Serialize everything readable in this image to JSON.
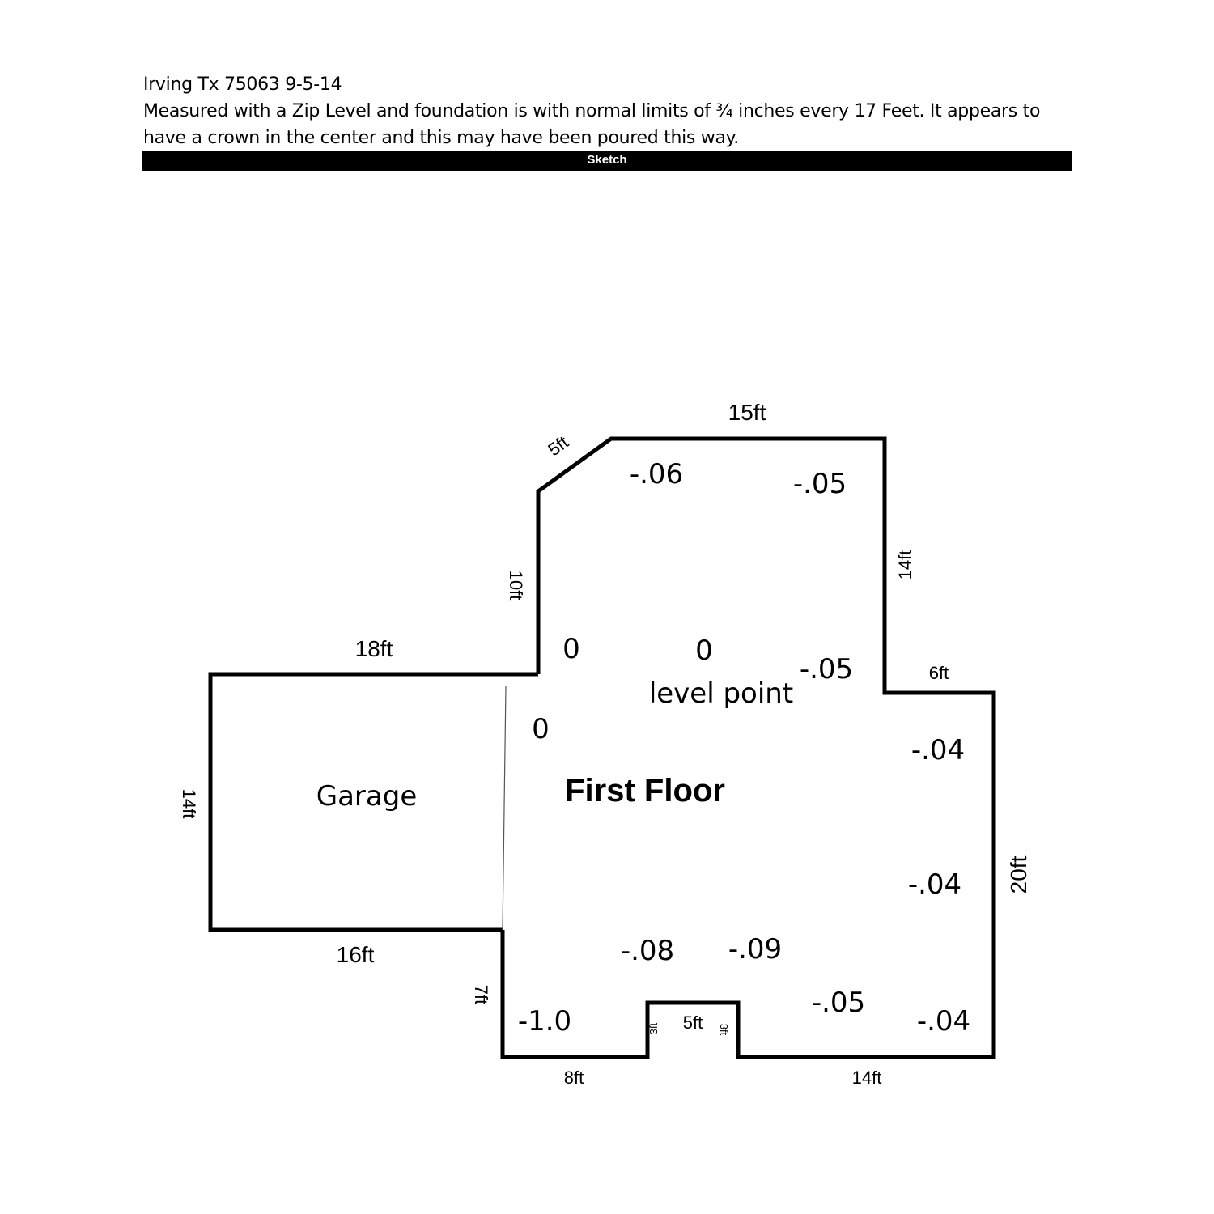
{
  "header": {
    "line1": "Irving Tx 75063 9-5-14",
    "line2": "Measured with a Zip Level and foundation is with normal limits of ¾ inches every 17 Feet.  It appears to",
    "line3": "have a crown in the center and this may have been poured this way."
  },
  "section_bar": {
    "label": "Sketch"
  },
  "sketch": {
    "rooms": {
      "garage": "Garage",
      "first_floor": "First Floor"
    },
    "dimensions": {
      "top_15": "15ft",
      "diag_5": "5ft",
      "left_10": "10ft",
      "right_14": "14ft",
      "garage_top_18": "18ft",
      "step_6": "6ft",
      "garage_left_14": "14ft",
      "right_20": "20ft",
      "garage_bottom_16": "16ft",
      "left_7": "7ft",
      "notch_left_3": "3ft",
      "notch_5": "5ft",
      "notch_right_3": "3ft",
      "bottom_8": "8ft",
      "bottom_14": "14ft"
    },
    "readings": {
      "r_top_left": "-.06",
      "r_top_right": "-.05",
      "r_mid_left": "0",
      "r_mid_center": "0",
      "r_mid_right": "-.05",
      "level_point": "level point",
      "r_left": "0",
      "r_right_upper": "-.04",
      "r_right_lower": "-.04",
      "r_bottom_a": "-.08",
      "r_bottom_b": "-.09",
      "r_bottom_corner": "-1.0",
      "r_bottom_c": "-.05",
      "r_bottom_right": "-.04"
    }
  }
}
